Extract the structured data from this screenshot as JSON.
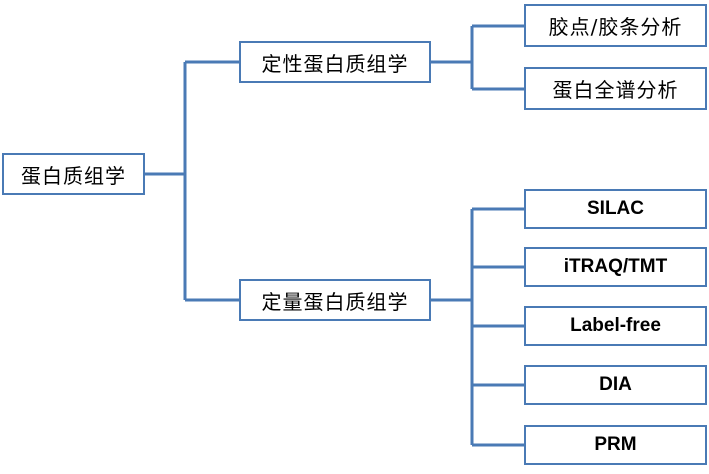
{
  "diagram": {
    "root": {
      "label": "蛋白质组学"
    },
    "branches": [
      {
        "label": "定性蛋白质组学",
        "children": [
          "胶点/胶条分析",
          "蛋白全谱分析"
        ]
      },
      {
        "label": "定量蛋白质组学",
        "children": [
          "SILAC",
          "iTRAQ/TMT",
          "Label-free",
          "DIA",
          "PRM"
        ]
      }
    ],
    "colors": {
      "line": "#4a7ab5",
      "border": "#4a7ab5",
      "text": "#000000",
      "background": "#ffffff"
    }
  }
}
